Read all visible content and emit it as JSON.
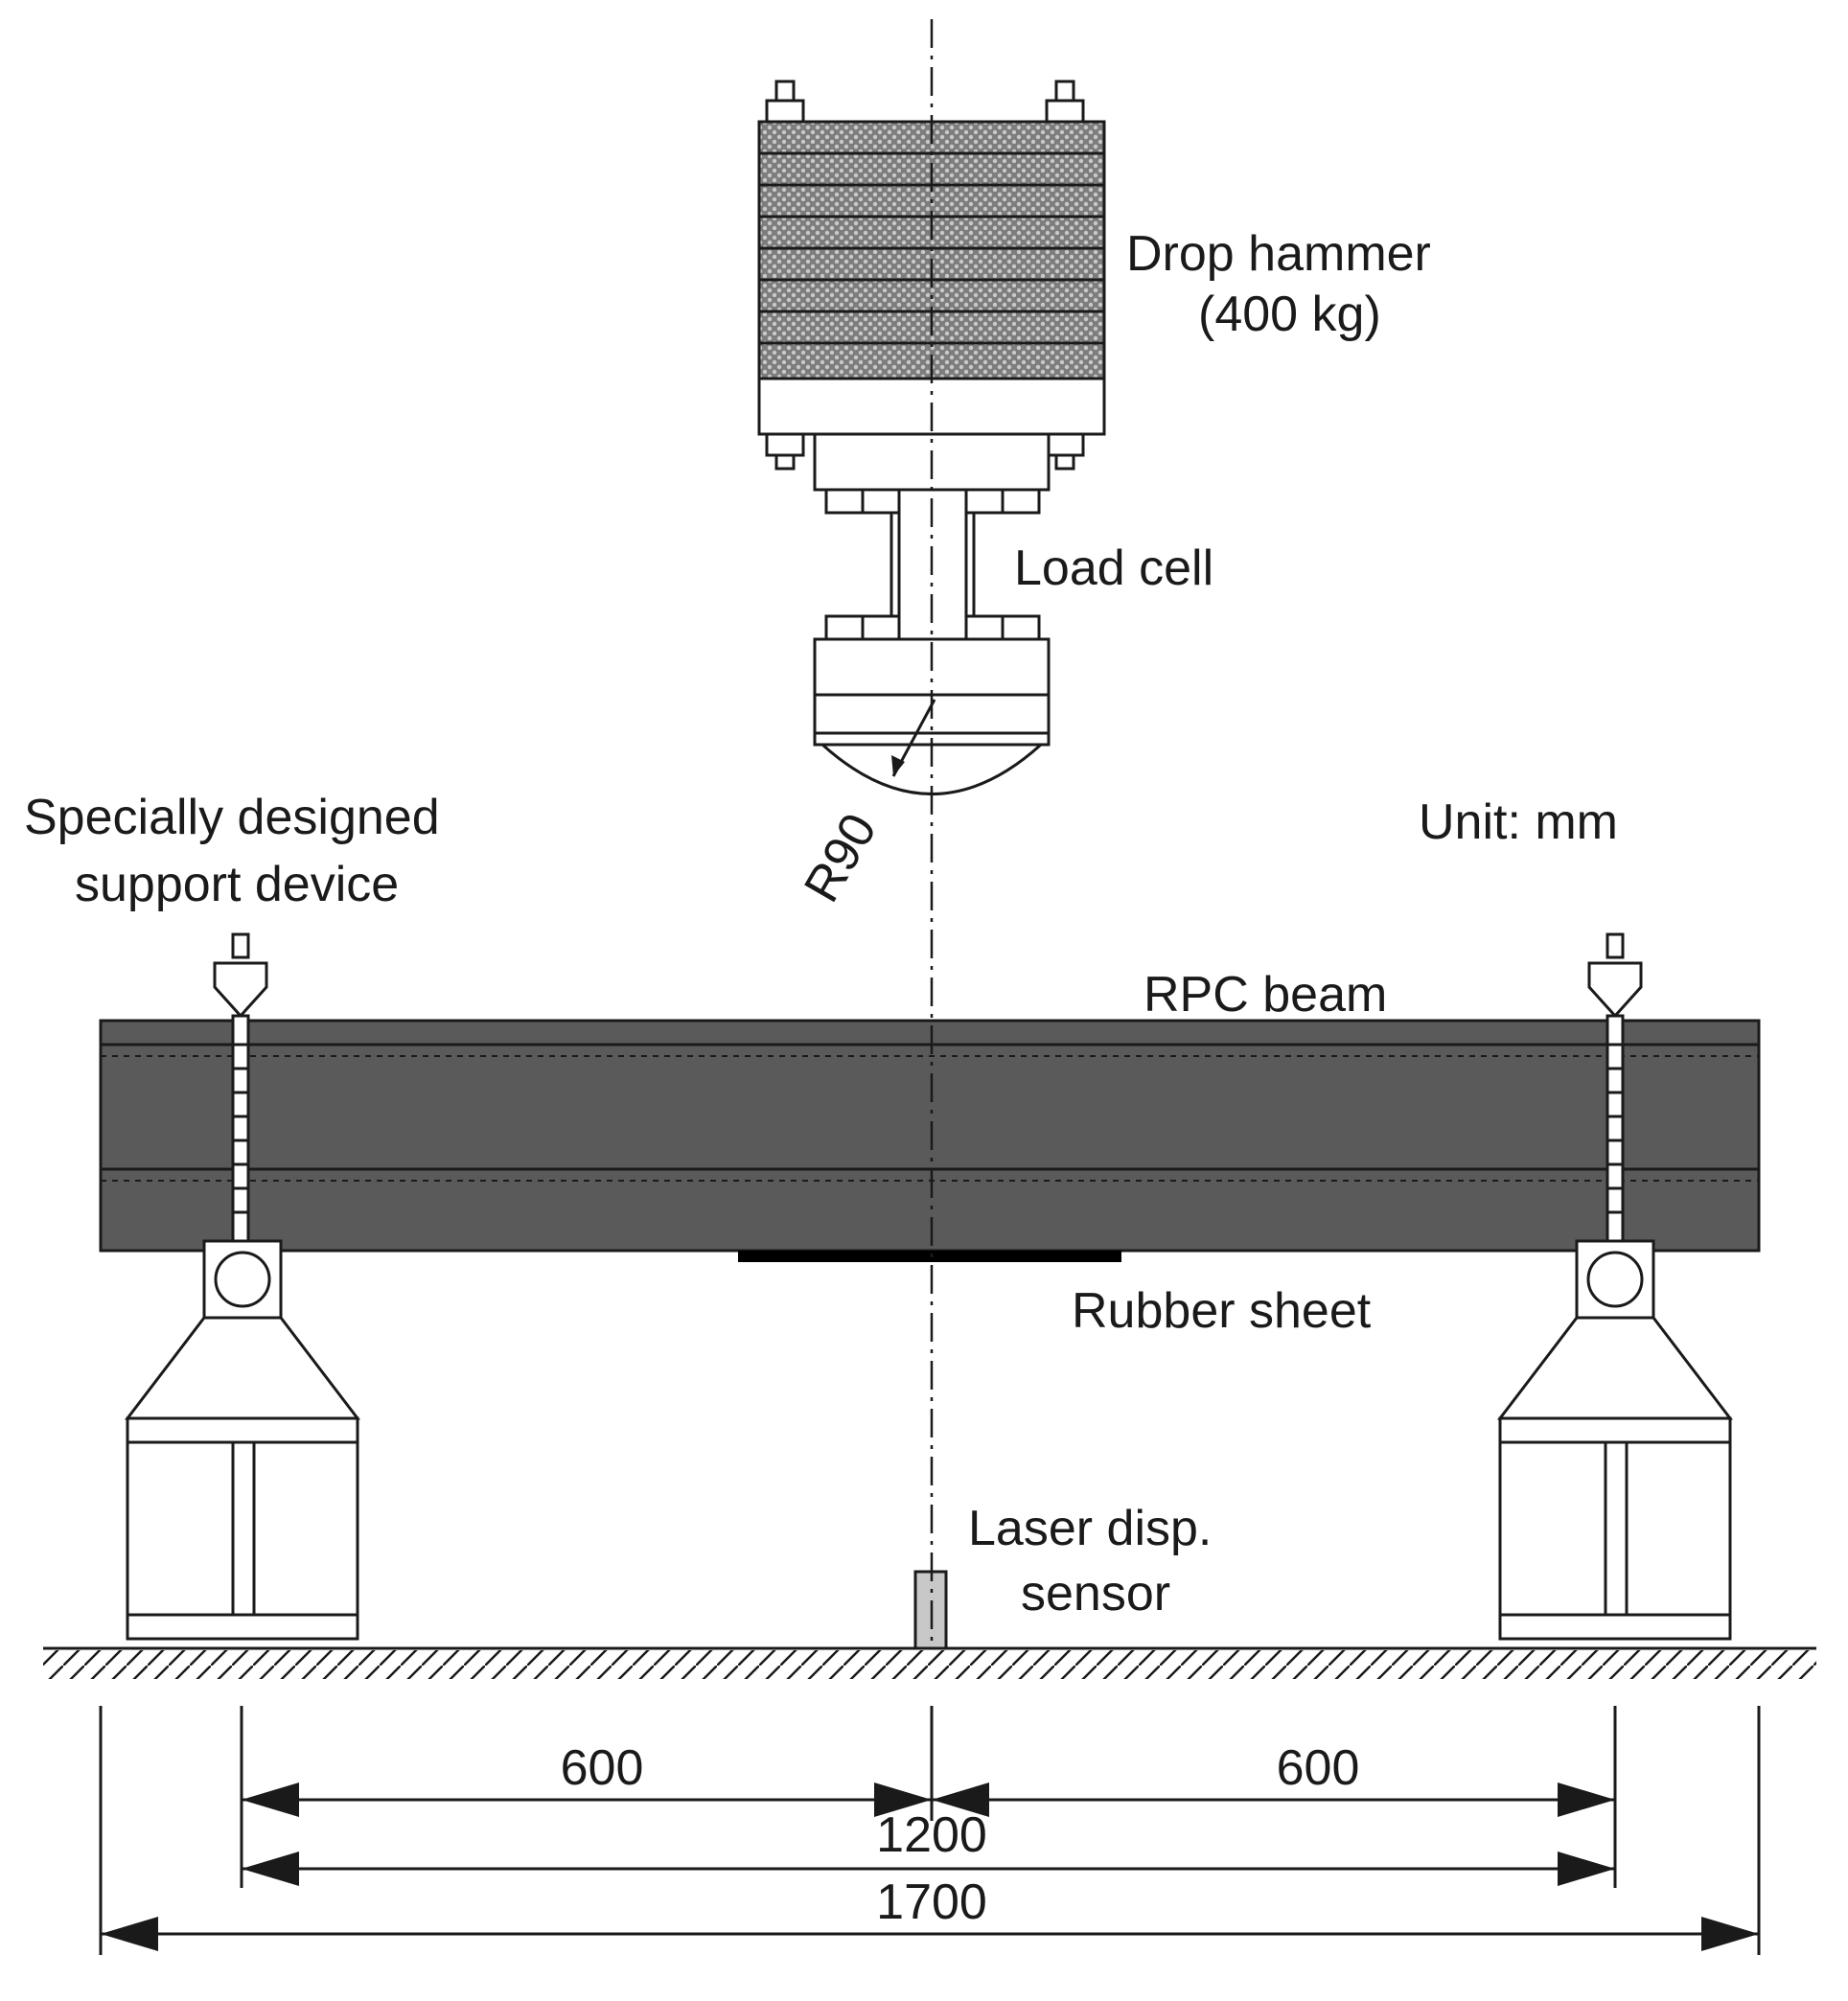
{
  "labels": {
    "drop_hammer_line1": "Drop hammer",
    "drop_hammer_line2": "(400 kg)",
    "load_cell": "Load cell",
    "radius": "R90",
    "support_line1": "Specially designed",
    "support_line2": "support device",
    "unit": "Unit: mm",
    "beam": "RPC beam",
    "rubber": "Rubber sheet",
    "laser_line1": "Laser disp.",
    "laser_line2": "sensor"
  },
  "dimensions": {
    "left_half": "600",
    "right_half": "600",
    "span": "1200",
    "total": "1700"
  },
  "colors": {
    "beam": "#5a5a5a",
    "line": "#1a1a1a",
    "sensor": "#c8c8c8",
    "hammer_plate": "#9a9a9a"
  }
}
